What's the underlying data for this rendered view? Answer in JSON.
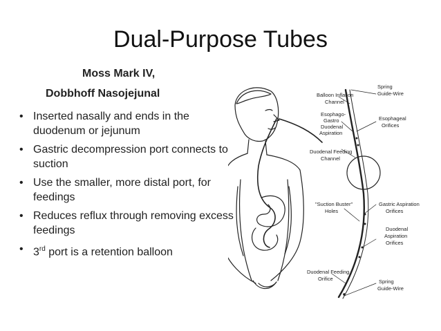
{
  "slide": {
    "title": "Dual-Purpose Tubes",
    "subtitle_line1": "Moss Mark IV,",
    "subtitle_line2": "Dobbhoff Nasojejunal",
    "bullets": [
      "Inserted nasally and ends in the duodenum or jejunum",
      "Gastric decompression port connects to suction",
      "Use the smaller, more distal port, for feedings",
      "Reduces reflux through removing excess feedings"
    ],
    "bullet5_pre": "3",
    "bullet5_sup": "rd",
    "bullet5_post": " port is a retention balloon"
  },
  "figure": {
    "labels": {
      "balloon_inflation_1": "Balloon Inflation",
      "balloon_inflation_2": "Channel",
      "spring_top_1": "Spring",
      "spring_top_2": "Guide-Wire",
      "esophago_1": "Esophago-",
      "esophago_2": "Gastro",
      "esophago_3": "Duodenal",
      "esophago_4": "Aspiration",
      "esophageal_1": "Esophageal",
      "esophageal_2": "Orifices",
      "duodenal_feeding_ch_1": "Duodenal Feeding",
      "duodenal_feeding_ch_2": "Channel",
      "suction_buster_1": "\"Suction Buster\"",
      "suction_buster_2": "Holes",
      "gastric_asp_1": "Gastric Aspiration",
      "gastric_asp_2": "Orifices",
      "duodenal_asp_1": "Duodenal",
      "duodenal_asp_2": "Aspiration",
      "duodenal_asp_3": "Orifices",
      "duodenal_feeding_or_1": "Duodenal Feeding",
      "duodenal_feeding_or_2": "Orifice",
      "spring_bottom_1": "Spring",
      "spring_bottom_2": "Guide-Wire"
    }
  }
}
